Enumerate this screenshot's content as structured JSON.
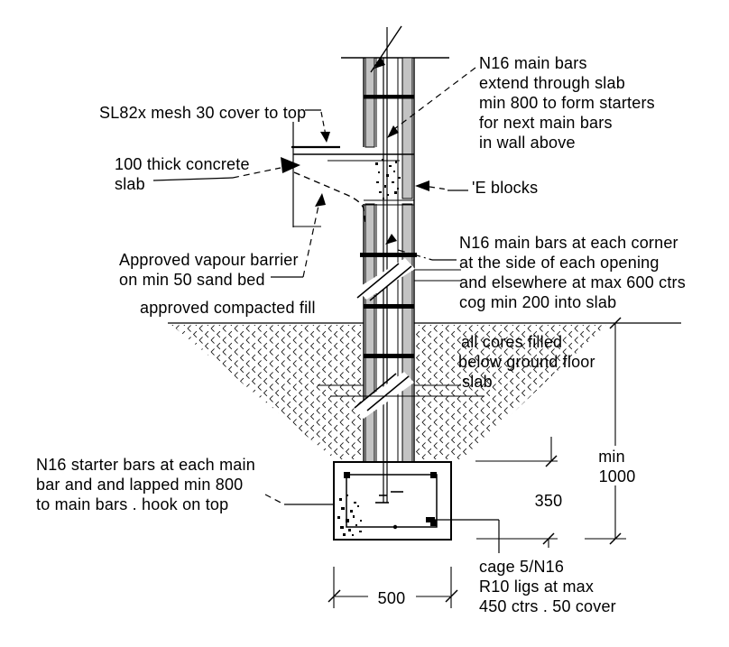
{
  "labels": {
    "mesh_cover": "SL82x mesh 30 cover to top",
    "slab": [
      "100 thick concrete",
      "slab"
    ],
    "vapour": [
      "Approved vapour barrier",
      "on min 50 sand bed"
    ],
    "fill": "approved compacted fill",
    "starter": [
      "N16 starter bars at each main",
      "bar and and lapped min 800",
      "to main bars . hook on top"
    ],
    "main_bars": [
      "N16 main bars",
      "extend through slab",
      "min 800 to form starters",
      "for next main bars",
      "in wall above"
    ],
    "e_blocks": "'E blocks",
    "corner_bars": [
      "N16 main bars at each corner",
      "at the side of each opening",
      "and elsewhere at max 600 ctrs",
      "cog min 200 into slab"
    ],
    "cores": [
      "all cores filled",
      "below ground floor",
      "slab"
    ],
    "cage": [
      "cage 5/N16",
      "R10 ligs at max",
      "450 ctrs . 50 cover"
    ]
  },
  "dimensions": {
    "footing_width": "500",
    "footing_depth": "350",
    "min_depth_word": "min",
    "min_depth_value": "1000"
  },
  "colors": {
    "line": "#000000",
    "block_gray": "#c3c3c3",
    "background": "#ffffff"
  }
}
